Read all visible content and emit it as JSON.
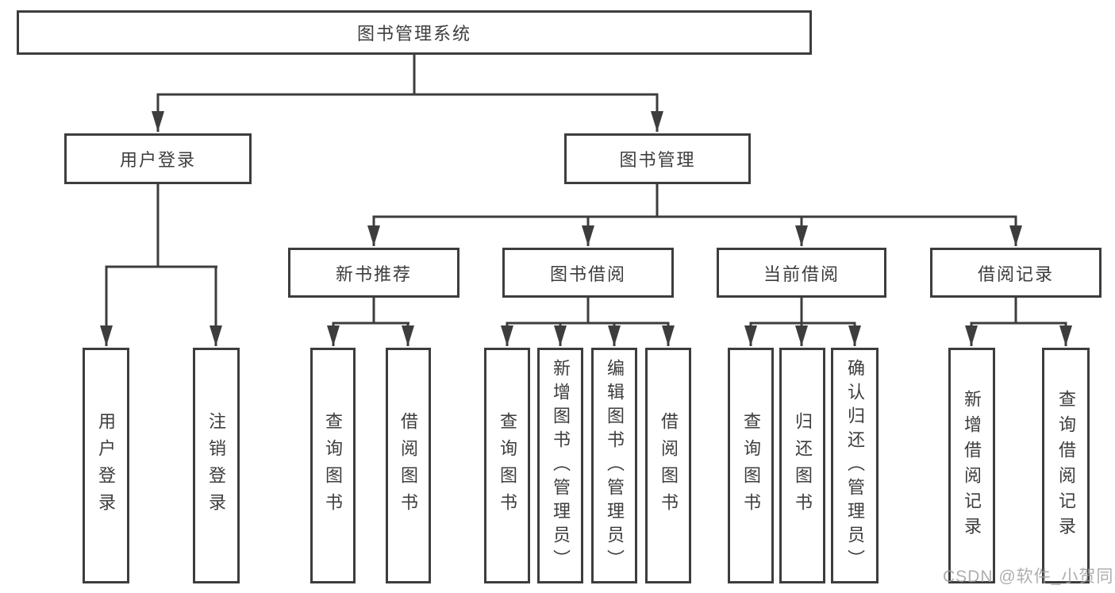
{
  "diagram": {
    "root": {
      "label": "图书管理系统"
    },
    "level2": [
      {
        "label": "用户登录"
      },
      {
        "label": "图书管理"
      }
    ],
    "level3": [
      {
        "label": "新书推荐"
      },
      {
        "label": "图书借阅"
      },
      {
        "label": "当前借阅"
      },
      {
        "label": "借阅记录"
      }
    ],
    "leaves": [
      {
        "label": "用户登录"
      },
      {
        "label": "注销登录"
      },
      {
        "label": "查询图书"
      },
      {
        "label": "借阅图书"
      },
      {
        "label": "查询图书"
      },
      {
        "label": "新增图书（管理员）"
      },
      {
        "label": "编辑图书（管理员）"
      },
      {
        "label": "借阅图书"
      },
      {
        "label": "查询图书"
      },
      {
        "label": "归还图书"
      },
      {
        "label": "确认归还（管理员）"
      },
      {
        "label": "新增借阅记录"
      },
      {
        "label": "查询借阅记录"
      }
    ],
    "colors": {
      "line": "#3d3d3d",
      "text": "#3d3d3d",
      "box_background": "#ffffff",
      "watermark": "#a0a0a0"
    }
  },
  "watermark": {
    "text": "CSDN @软件_小贺同学"
  }
}
